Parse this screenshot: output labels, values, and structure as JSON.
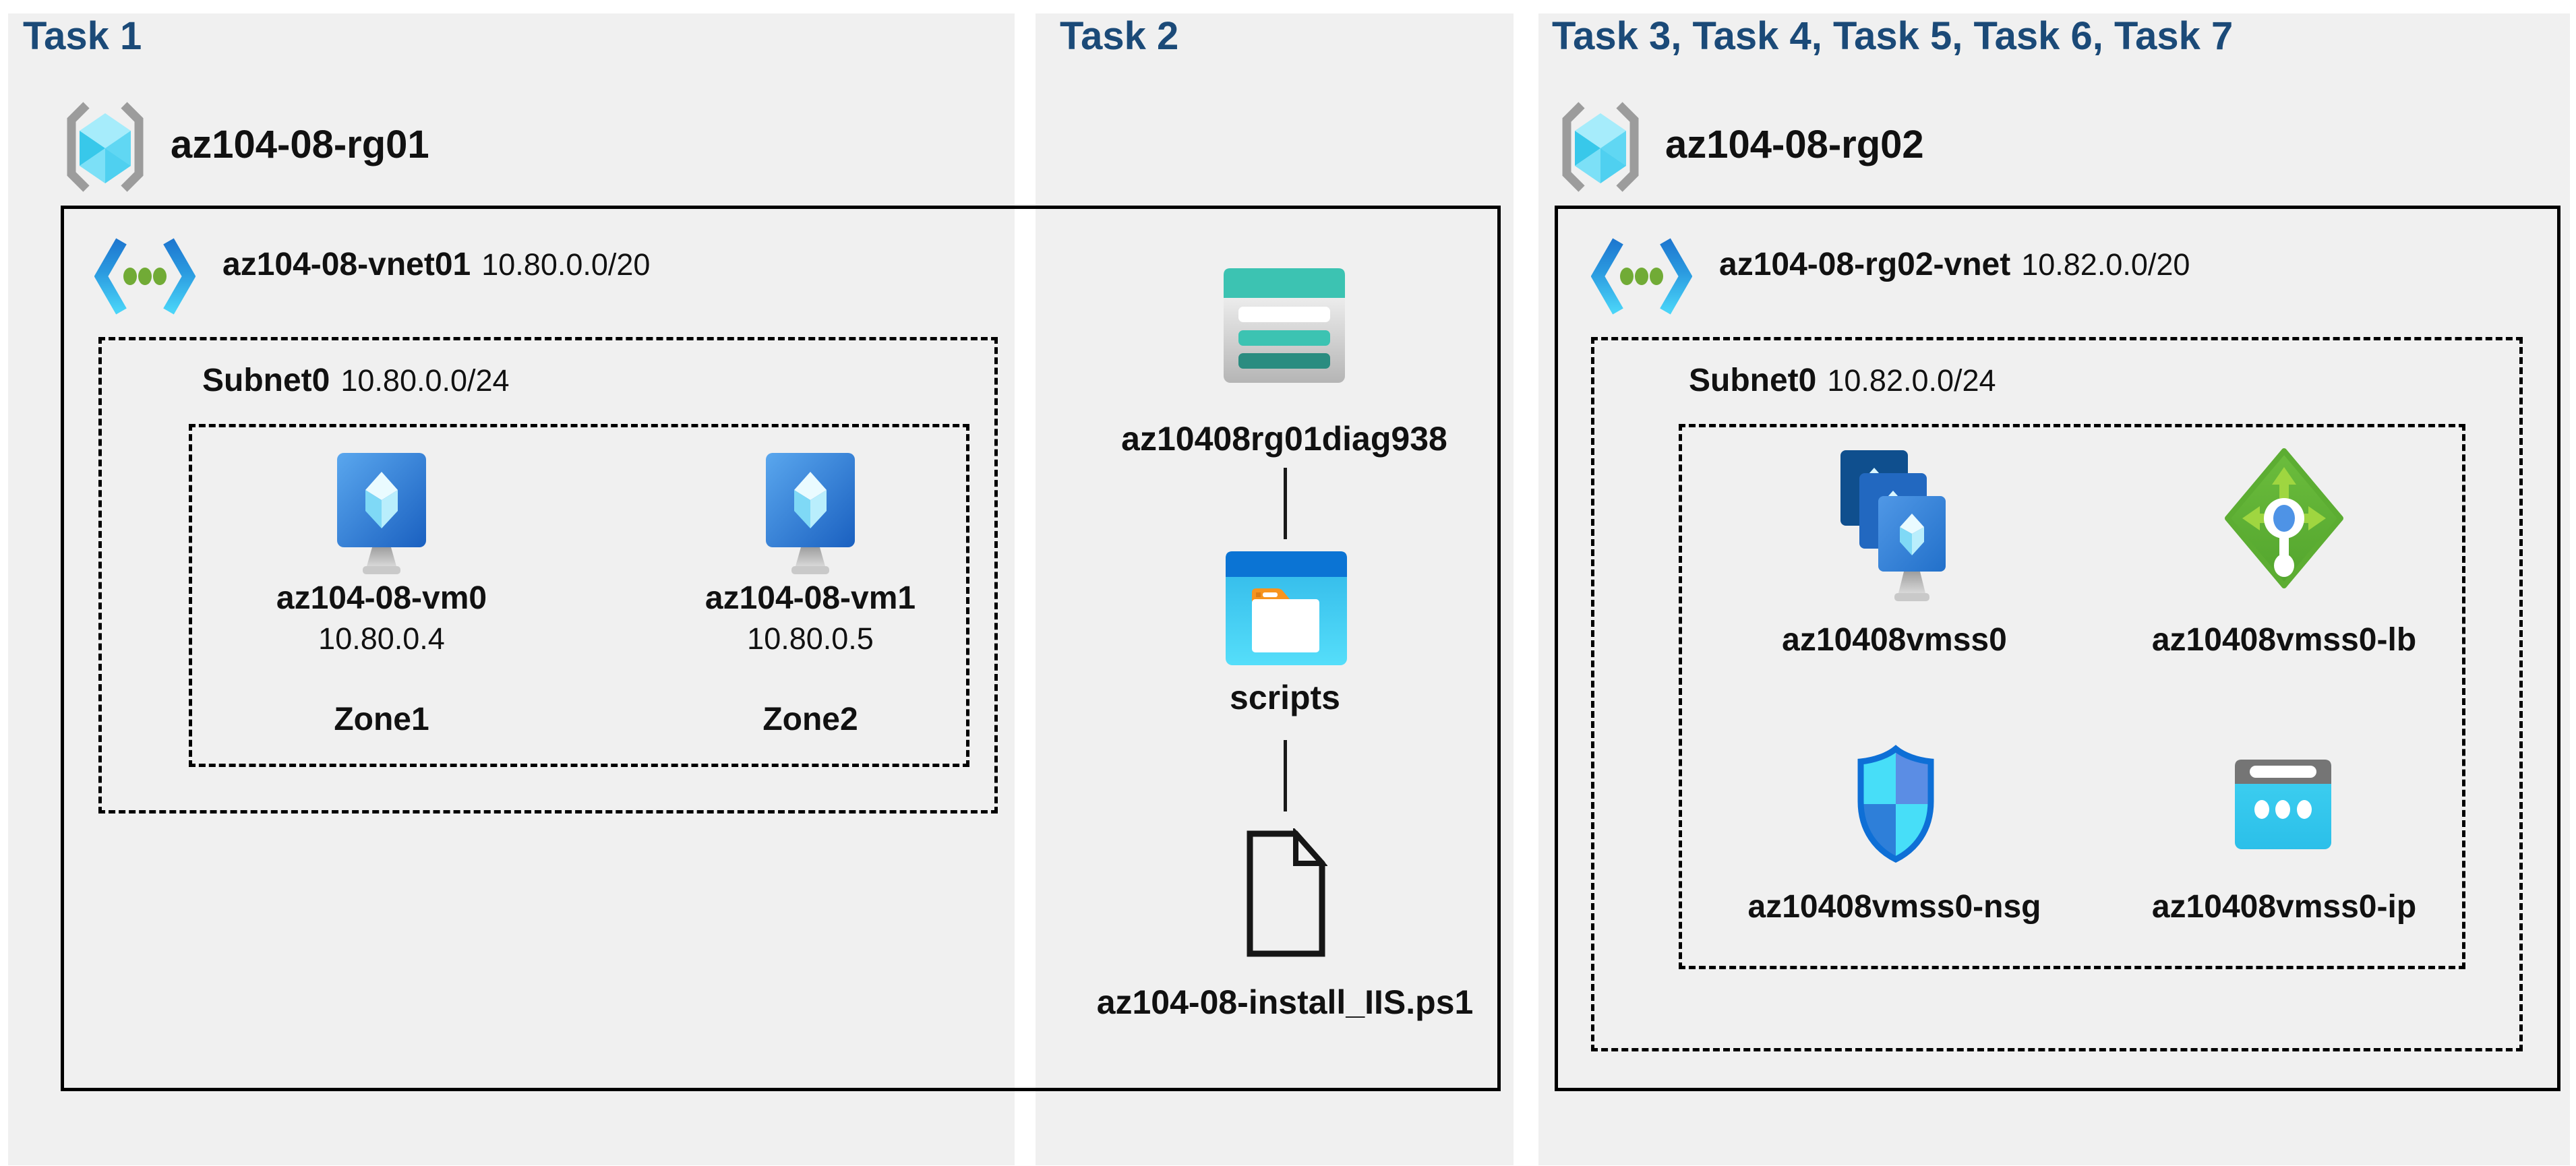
{
  "headers": {
    "task1": "Task 1",
    "task2": "Task 2",
    "task3": "Task 3, Task 4, Task 5, Task 6, Task 7"
  },
  "resource_groups": {
    "rg1": "az104-08-rg01",
    "rg2": "az104-08-rg02"
  },
  "vnet1": {
    "name": "az104-08-vnet01",
    "cidr": "10.80.0.0/20",
    "subnet_name": "Subnet0",
    "subnet_cidr": "10.80.0.0/24"
  },
  "vnet2": {
    "name": "az104-08-rg02-vnet",
    "cidr": "10.82.0.0/20",
    "subnet_name": "Subnet0",
    "subnet_cidr": "10.82.0.0/24"
  },
  "vms": [
    {
      "name": "az104-08-vm0",
      "ip": "10.80.0.4",
      "zone": "Zone1"
    },
    {
      "name": "az104-08-vm1",
      "ip": "10.80.0.5",
      "zone": "Zone2"
    }
  ],
  "storage_chain": {
    "account": "az10408rg01diag938",
    "folder": "scripts",
    "file": "az104-08-install_IIS.ps1"
  },
  "scale_set": {
    "vmss": "az10408vmss0",
    "lb": "az10408vmss0-lb",
    "nsg": "az10408vmss0-nsg",
    "ip": "az10408vmss0-ip"
  },
  "icons": {
    "resource-group-icon": "gray brackets around cyan cube",
    "virtual-network-icon": "blue angle brackets with three green dots",
    "virtual-machine-icon": "blue monitor with cyan gem on gray stand",
    "vmss-icon": "three stacked blue monitors with gems on stand",
    "load-balancer-icon": "green diamond with arrows and blue node",
    "nsg-icon": "blue quartered shield",
    "public-ip-icon": "cyan panel with gray header and three dots",
    "storage-account-icon": "teal table with three bars",
    "folder-icon": "blue window with white folder and orange tab",
    "file-icon": "outlined document with folded corner"
  },
  "colors": {
    "panel_bg": "#f0f0f0",
    "header_text": "#1b4a78",
    "outline": "#000000",
    "monitor_blue": "#2272cc",
    "gem_cyan": "#b9eefc",
    "vnet_blue": "#1e78d0",
    "vnet_cyan": "#4ad4f8",
    "dot_green": "#71ab36",
    "lb_green": "#5fb236",
    "lb_arrow_green": "#9fd640",
    "nsg_border_blue": "#0e6fd6",
    "shield_cyan": "#47def8",
    "shield_blue": "#5b8de4",
    "ip_cyan": "#35cbee",
    "storage_teal": "#3cc3b2",
    "storage_teal_dark": "#2a8c80",
    "folder_bar_blue": "#0b74d4",
    "folder_tab_orange": "#f7941e",
    "bracket_gray": "#9c9c9c"
  }
}
